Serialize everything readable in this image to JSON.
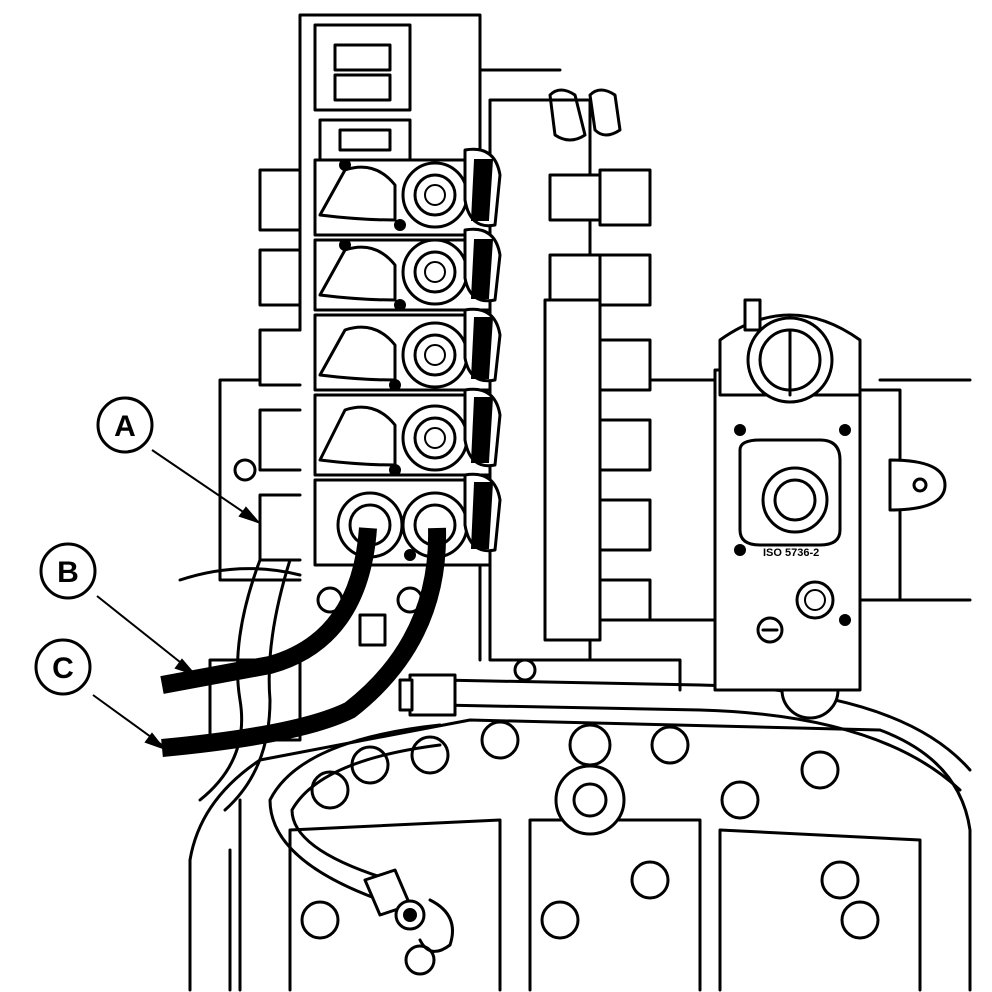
{
  "callouts": [
    {
      "id": "A",
      "label": "A"
    },
    {
      "id": "B",
      "label": "B"
    },
    {
      "id": "C",
      "label": "C"
    }
  ],
  "plate": {
    "marking": "ISO 5736-2"
  },
  "colors": {
    "line": "#000000",
    "background": "#ffffff"
  }
}
